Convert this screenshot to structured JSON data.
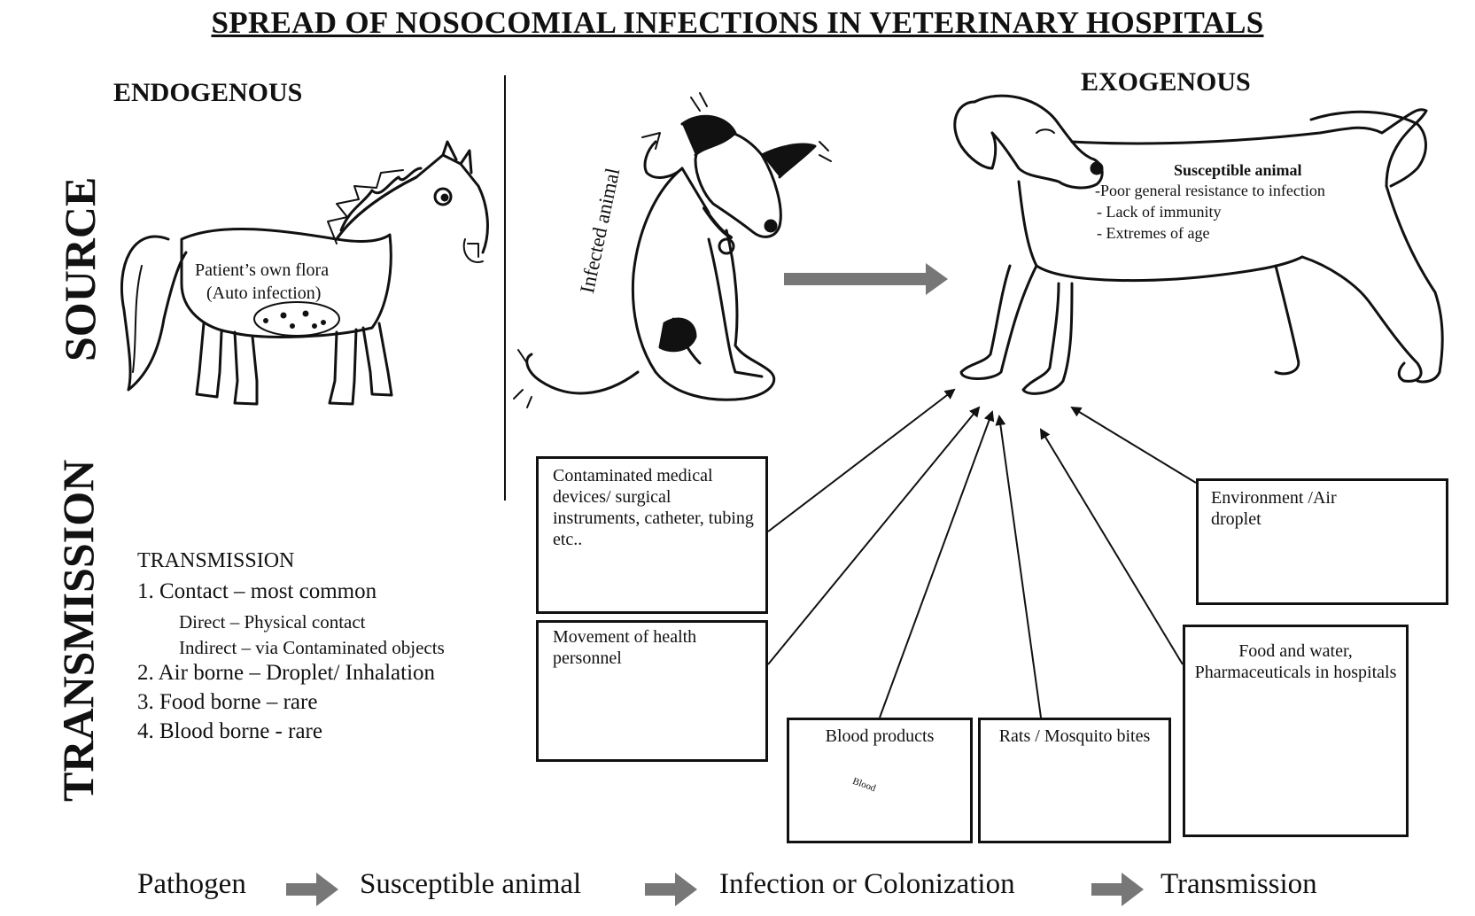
{
  "title": "SPREAD OF NOSOCOMIAL INFECTIONS IN VETERINARY HOSPITALS",
  "sections": {
    "endogenous": "ENDOGENOUS",
    "exogenous": "EXOGENOUS",
    "source": "SOURCE",
    "transmission": "TRANSMISSION"
  },
  "horse": {
    "line1": "Patient’s own flora",
    "line2": "(Auto infection)"
  },
  "infected_animal": "Infected animal",
  "susceptible": {
    "heading": "Susceptible animal",
    "items": [
      "-Poor general resistance to infection",
      "- Lack of immunity",
      "- Extremes of age"
    ]
  },
  "transmission_list": {
    "heading": "TRANSMISSION",
    "item1": "1. Contact – most common",
    "item1_direct": "Direct – Physical contact",
    "item1_indirect": "Indirect – via Contaminated objects",
    "item2": "2. Air borne – Droplet/ Inhalation",
    "item3": "3. Food borne – rare",
    "item4": "4. Blood borne - rare"
  },
  "boxes": {
    "devices": "Contaminated medical devices/ surgical instruments, catheter, tubing etc..",
    "personnel": "Movement of health personnel",
    "blood": "Blood products",
    "rats": "Rats / Mosquito bites",
    "food": "Food and water, Pharmaceuticals in hospitals",
    "environment": "Environment /Air droplet",
    "blood_bag_label": "Blood"
  },
  "flow": {
    "step1": "Pathogen",
    "step2": "Susceptible animal",
    "step3": "Infection or Colonization",
    "step4": "Transmission"
  },
  "colors": {
    "ink": "#111111",
    "flow_arrow": "#777777"
  }
}
